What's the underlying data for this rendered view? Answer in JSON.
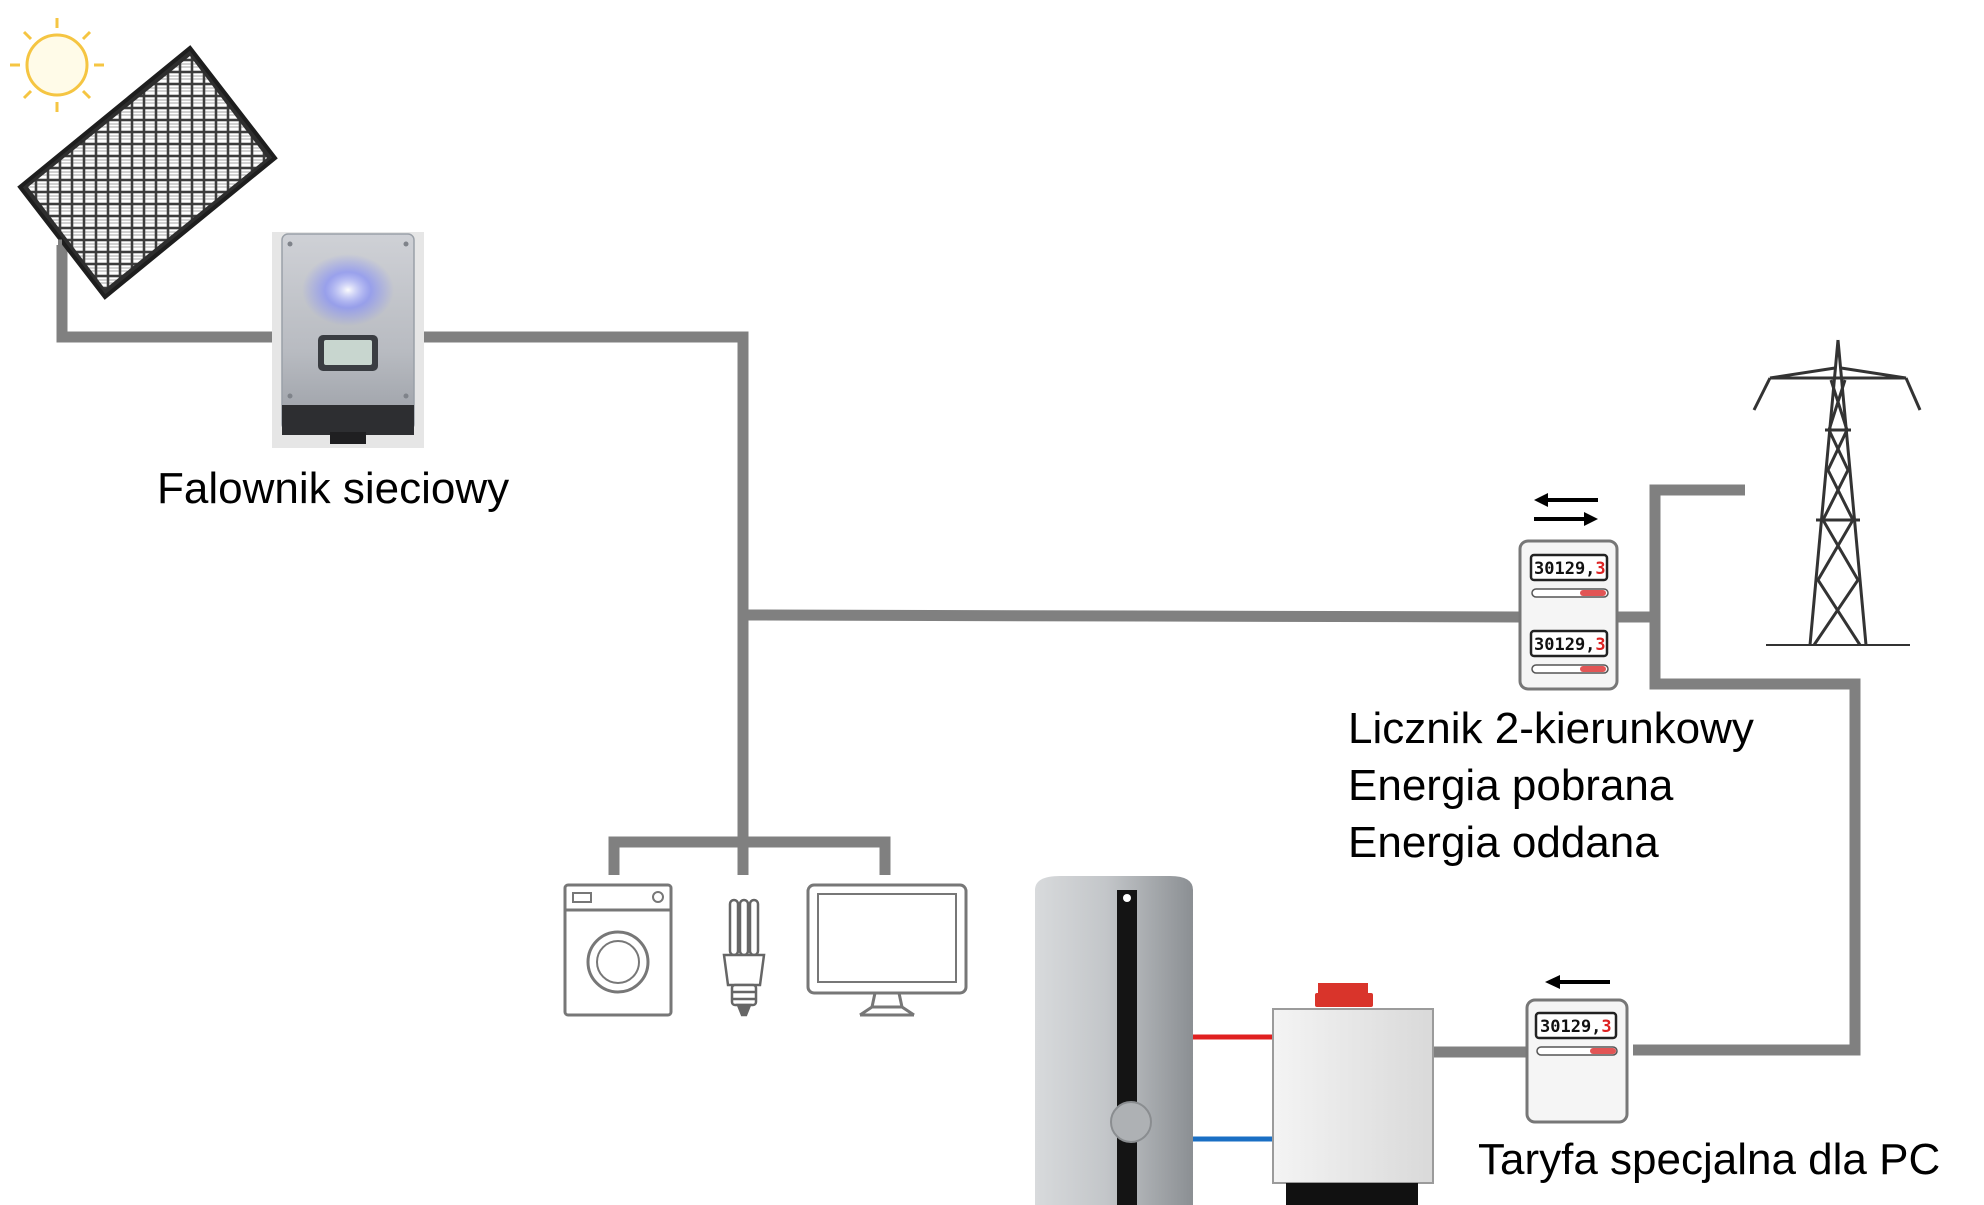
{
  "labels": {
    "inverter": "Falownik sieciowy",
    "bidirectional_meter": [
      "Licznik 2-kierunkowy",
      "Energia pobrana",
      "Energia oddana"
    ],
    "special_tariff": "Taryfa specjalna dla PC"
  },
  "meter_readings": {
    "bidirectional_top": {
      "digits": "30129,",
      "last": "3"
    },
    "bidirectional_bottom": {
      "digits": "30129,",
      "last": "3"
    },
    "tariff": {
      "digits": "30129,",
      "last": "3"
    }
  },
  "colors": {
    "wire": "#808080",
    "sun": "#f5c542",
    "hot_pipe": "#e02020",
    "cold_pipe": "#1a6fc4",
    "boiler_badge": "#d9342b",
    "inverter_led": "#5a6cff"
  },
  "icons": [
    "sun-icon",
    "solar-panel-icon",
    "inverter-icon",
    "power-pylon-icon",
    "washing-machine-icon",
    "light-bulb-icon",
    "monitor-icon",
    "storage-tank-icon",
    "heat-pump-unit-icon",
    "meter-icon",
    "arrow-icon"
  ]
}
